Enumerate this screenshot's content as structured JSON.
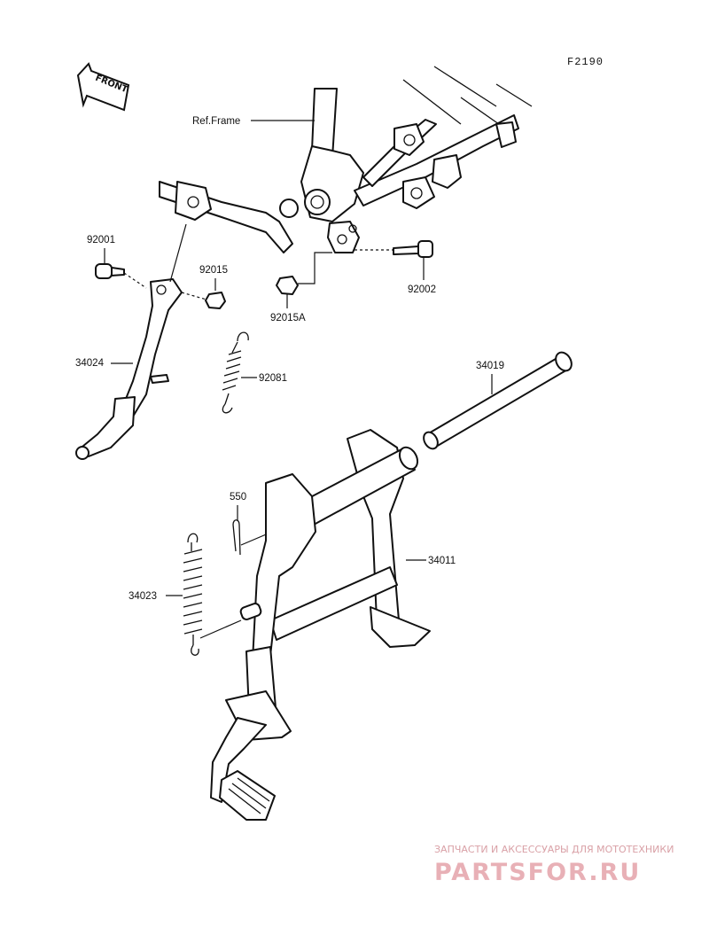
{
  "diagram_code": "F2190",
  "front_badge": "FRONT",
  "callouts": {
    "ref_frame": "Ref.Frame",
    "p92001": "92001",
    "p92015": "92015",
    "p92002": "92002",
    "p92015a": "92015A",
    "p34024": "34024",
    "p92081": "92081",
    "p34019": "34019",
    "p550": "550",
    "p34011": "34011",
    "p34023": "34023"
  },
  "watermark": {
    "subtitle": "ЗАПЧАСТИ И АКСЕССУАРЫ ДЛЯ МОТОТЕХНИКИ",
    "logo": "PARTSFOR.RU",
    "color": "#e8b0b6"
  }
}
